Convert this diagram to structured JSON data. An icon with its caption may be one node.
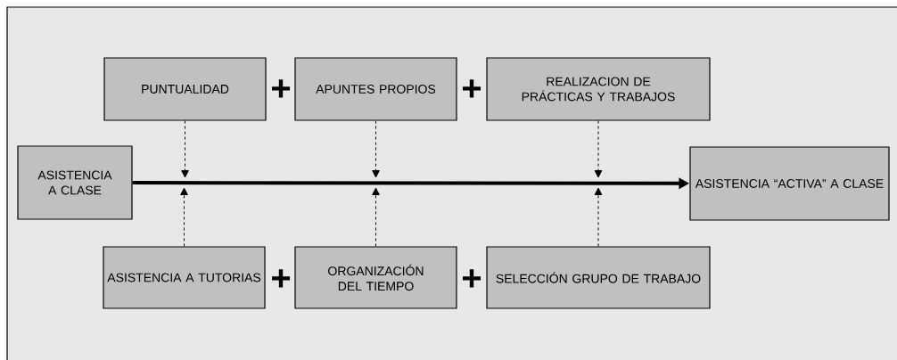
{
  "diagram": {
    "nodes": [
      {
        "text": [
          "PUNTUALIDAD"
        ]
      },
      {
        "text": [
          "APUNTES PROPIOS"
        ]
      },
      {
        "text": [
          "REALIZACION DE PRÁCTICAS Y TRABAJOS"
        ]
      },
      {
        "text": [
          "ASISTENCIA A CLASE"
        ]
      },
      {
        "text": [
          "ASISTENCIA “ACTIVA” A CLASE"
        ]
      },
      {
        "text": [
          "ASISTENCIA A TUTORIAS"
        ]
      },
      {
        "text": [
          "ORGANIZACIÓN DEL TIEMPO"
        ]
      },
      {
        "text": [
          "SELECCIÓN GRUPO DE TRABAJO"
        ]
      }
    ],
    "edges": [
      {
        "from": 3,
        "to": 4,
        "arrow": "to",
        "style": "thick"
      },
      {
        "from": 0,
        "to": null,
        "arrow": "to",
        "style": "dashed"
      },
      {
        "from": 1,
        "to": null,
        "arrow": "to",
        "style": "dashed"
      },
      {
        "from": 2,
        "to": null,
        "arrow": "to",
        "style": "dashed"
      },
      {
        "from": 5,
        "to": null,
        "arrow": "to",
        "style": "dashed"
      },
      {
        "from": 6,
        "to": null,
        "arrow": "to",
        "style": "dashed"
      },
      {
        "from": 7,
        "to": null,
        "arrow": "to",
        "style": "dashed"
      }
    ],
    "labels": [
      "+",
      "+",
      "+",
      "+"
    ]
  }
}
